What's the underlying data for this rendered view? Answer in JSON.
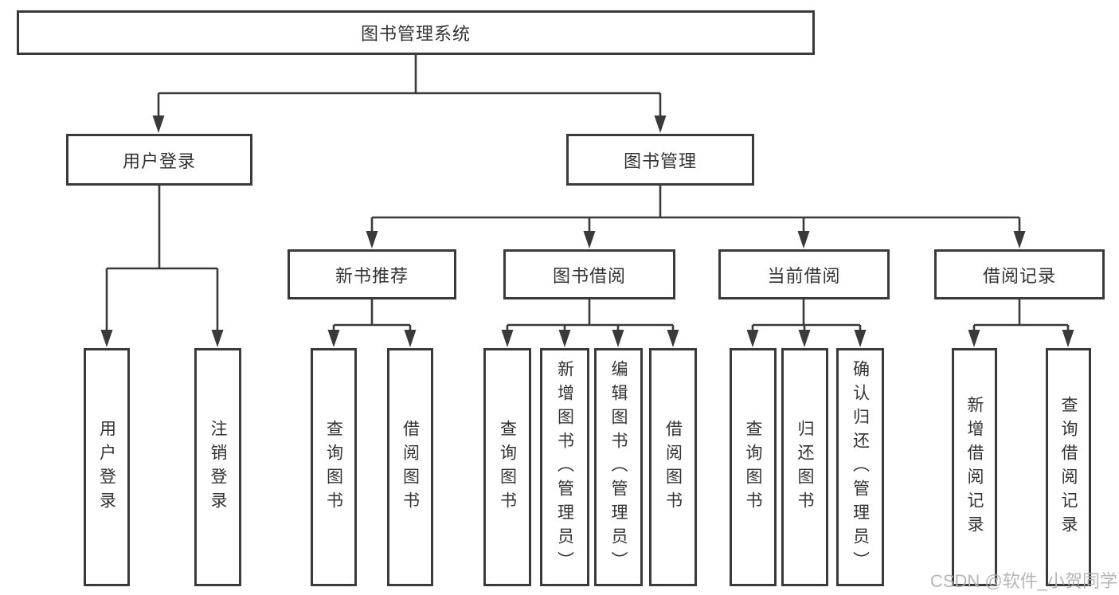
{
  "watermark": "CSDN @软件_小贺同学",
  "colors": {
    "line": "#3a3a3a",
    "text": "#333333",
    "watermark": "#b0b0b0",
    "background": "#ffffff"
  },
  "tree": {
    "root": {
      "label": "图书管理系统"
    },
    "user_login": {
      "label": "用户登录",
      "children": [
        {
          "label": "用户登录"
        },
        {
          "label": "注销登录"
        }
      ]
    },
    "book_mgmt": {
      "label": "图书管理",
      "sections": [
        {
          "label": "新书推荐",
          "children": [
            {
              "label": "查询图书"
            },
            {
              "label": "借阅图书"
            }
          ]
        },
        {
          "label": "图书借阅",
          "children": [
            {
              "label": "查询图书"
            },
            {
              "label": "新增图书（管理员）"
            },
            {
              "label": "编辑图书（管理员）"
            },
            {
              "label": "借阅图书"
            }
          ]
        },
        {
          "label": "当前借阅",
          "children": [
            {
              "label": "查询图书"
            },
            {
              "label": "归还图书"
            },
            {
              "label": "确认归还（管理员）"
            }
          ]
        },
        {
          "label": "借阅记录",
          "children": [
            {
              "label": "新增借阅记录"
            },
            {
              "label": "查询借阅记录"
            }
          ]
        }
      ]
    }
  }
}
